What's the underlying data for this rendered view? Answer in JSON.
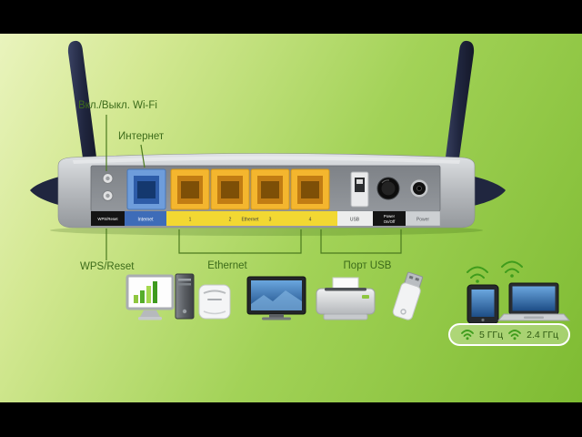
{
  "callouts": {
    "wifi_toggle": "Вкл./Выкл. Wi-Fi",
    "internet": "Интернет",
    "wps_reset": "WPS/Reset",
    "ethernet": "Ethernet",
    "usb_port": "Порт USB"
  },
  "panel": {
    "wps_reset": "WPS/Reset",
    "internet": "Internet",
    "port1": "1",
    "port2": "2",
    "ethernet": "Ethernet",
    "port3": "3",
    "port4": "4",
    "usb": "USB",
    "power_switch_line1": "Power",
    "power_switch_line2": "On/Off",
    "power_jack": "Power"
  },
  "bands": {
    "ghz5": "5 ГГц",
    "ghz24": "2.4 ГГц"
  },
  "icons": {
    "wifi_signal": "wifi-signal-icon",
    "devices": [
      "desktop-monitor-chart-icon",
      "pc-tower-icon",
      "game-console-icon",
      "tv-icon",
      "printer-icon",
      "usb-flash-drive-icon",
      "tablet-icon",
      "laptop-icon"
    ]
  },
  "colors": {
    "background_light": "#ecf5c2",
    "background_dark": "#7cba30",
    "letterbox": "#000000",
    "callout_text": "#3c6b1a",
    "internet_port_blue": "#3e6cb8",
    "ethernet_yellow": "#f2b32c",
    "strip_yellow": "#f2d832",
    "antenna_navy": "#20263f",
    "wifi_green": "#3f9c1c"
  }
}
